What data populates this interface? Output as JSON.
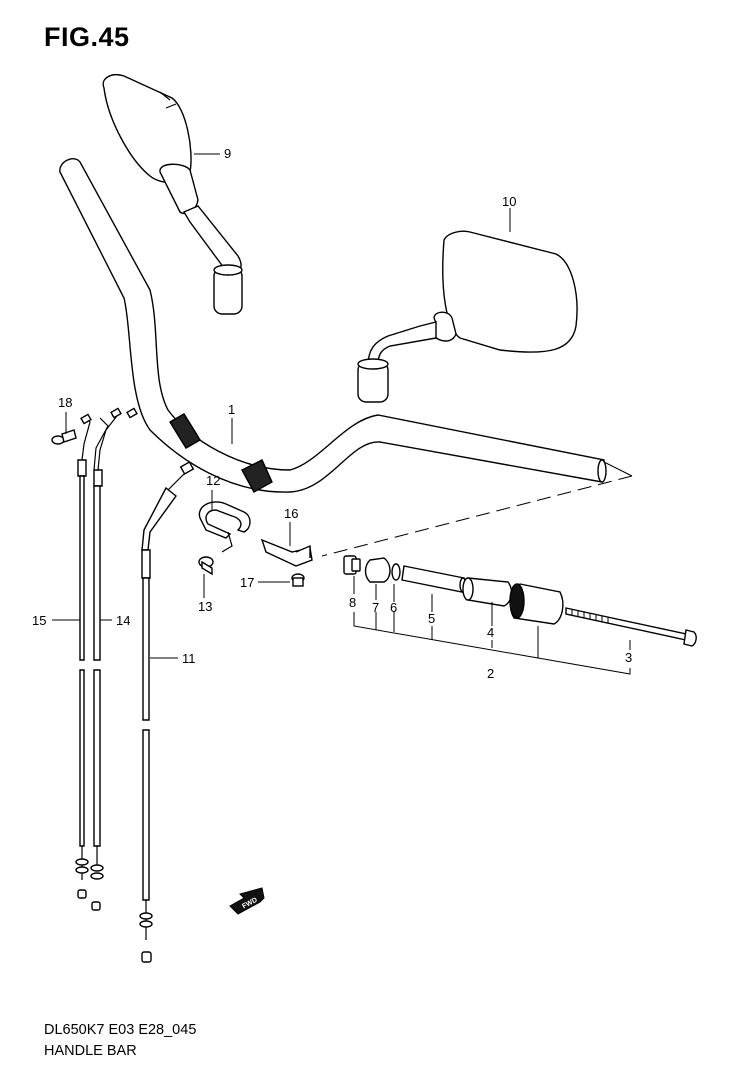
{
  "figure": {
    "title": "FIG.45",
    "footer_code": "DL650K7 E03 E28_045",
    "footer_name": "HANDLE BAR"
  },
  "badge": {
    "text": "FWD"
  },
  "parts": {
    "p1": "1",
    "p2": "2",
    "p3": "3",
    "p4": "4",
    "p5": "5",
    "p6": "6",
    "p7": "7",
    "p8": "8",
    "p9": "9",
    "p10": "10",
    "p11": "11",
    "p12": "12",
    "p13": "13",
    "p14": "14",
    "p15": "15",
    "p16": "16",
    "p17": "17",
    "p18": "18"
  }
}
